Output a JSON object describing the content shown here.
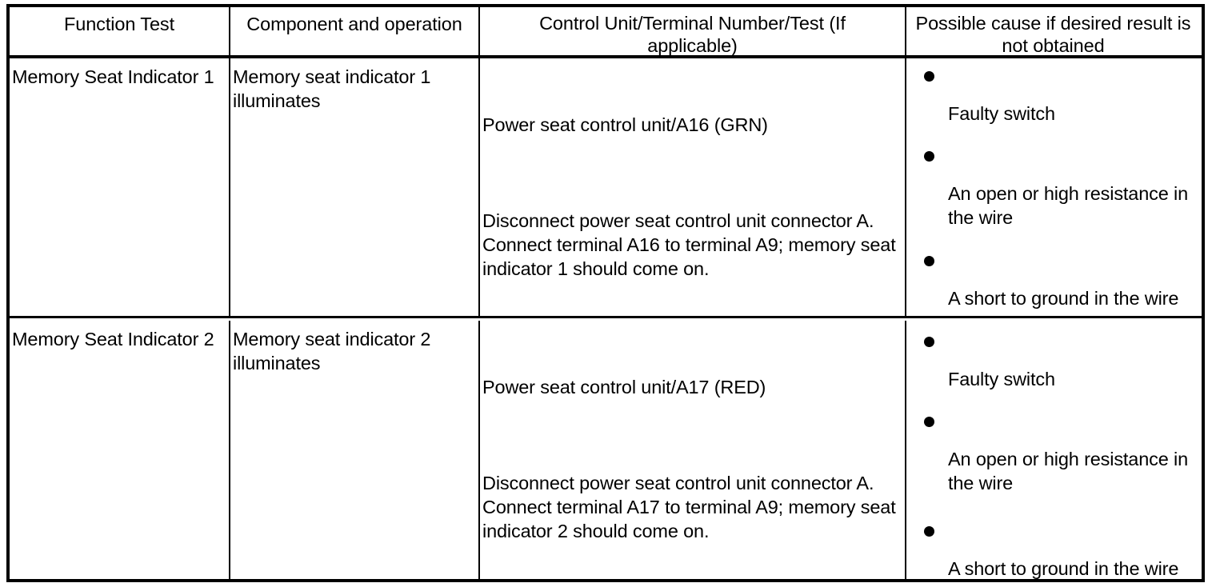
{
  "document": {
    "type": "service-manual-troubleshooting-table",
    "title": "Function Test Table"
  },
  "table": {
    "columns": [
      {
        "key": "function_test",
        "header": "Function Test"
      },
      {
        "key": "component_operation",
        "header": "Component and operation"
      },
      {
        "key": "control_unit",
        "header": "Control Unit/Terminal Number/Test (If applicable)"
      },
      {
        "key": "possible_cause",
        "header": "Possible cause if desired result is not obtained"
      }
    ],
    "header_lines": {
      "col1": [
        "Function Test"
      ],
      "col2": [
        "Component and operation"
      ],
      "col3": [
        "Control Unit/Terminal Number/Test (If",
        "applicable)"
      ],
      "col4": [
        "Possible cause if desired result is",
        "not obtained"
      ]
    },
    "rows": [
      {
        "function_test": "Memory Seat Indicator 1",
        "component_operation": "Memory seat indicator 1 illuminates",
        "control_unit_paragraphs": [
          "Power seat control unit/A16 (GRN)",
          "Disconnect power seat control unit connector A. Connect terminal A16 to terminal A9; memory seat indicator 1 should come on."
        ],
        "possible_causes": [
          "Faulty switch",
          "An open or high resistance in the wire",
          "A short to ground in the wire"
        ]
      },
      {
        "function_test": "Memory Seat Indicator 2",
        "component_operation": "Memory seat indicator 2 illuminates",
        "control_unit_paragraphs": [
          "Power seat control unit/A17 (RED)",
          "Disconnect power seat control unit connector A. Connect terminal A17 to terminal A9; memory seat indicator 2 should come on."
        ],
        "possible_causes": [
          "Faulty switch",
          "An open or high resistance in the wire",
          "A short to ground in the wire"
        ]
      }
    ]
  },
  "style": {
    "text_color": "#000000",
    "background_color": "#ffffff",
    "border_color": "#000000",
    "bullet_glyph": "●"
  }
}
